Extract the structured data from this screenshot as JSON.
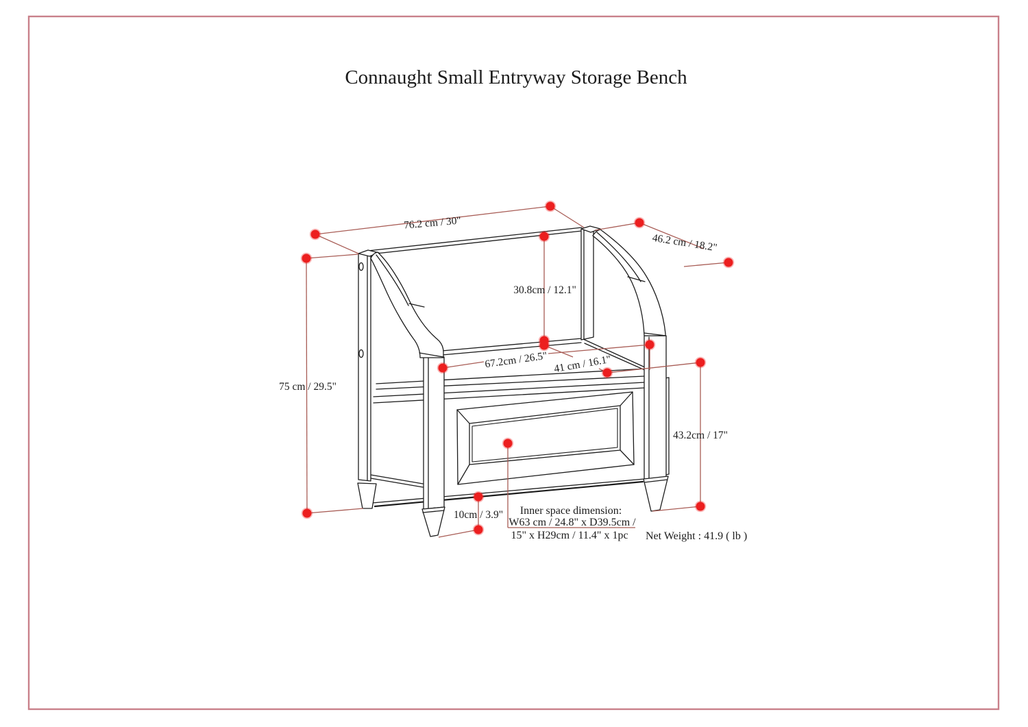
{
  "page": {
    "title": "Connaught Small Entryway Storage Bench"
  },
  "diagram": {
    "product": "storage bench line drawing",
    "dimensions": {
      "overall_width": "76.2 cm / 30\"",
      "overall_depth": "46.2 cm / 18.2\"",
      "overall_height": "75 cm / 29.5\"",
      "backrest_height": "30.8cm / 12.1\"",
      "inner_width": "67.2cm / 26.5\"",
      "seat_depth": "41 cm / 16.1\"",
      "seat_height": "43.2cm / 17\"",
      "leg_height": "10cm / 3.9\""
    },
    "inner_space_note": {
      "line1": "Inner space dimension:",
      "line2": "W63 cm / 24.8\" x D39.5cm /",
      "line3": "15\" x H29cm / 11.4\" x 1pc"
    },
    "net_weight": "Net Weight : 41.9 ( lb )"
  },
  "colors": {
    "ink": "#1c1c1c",
    "marker": "#ec1f1f",
    "measure_line": "#a85c55",
    "page_border": "#c9808a",
    "paper": "#ffffff"
  }
}
